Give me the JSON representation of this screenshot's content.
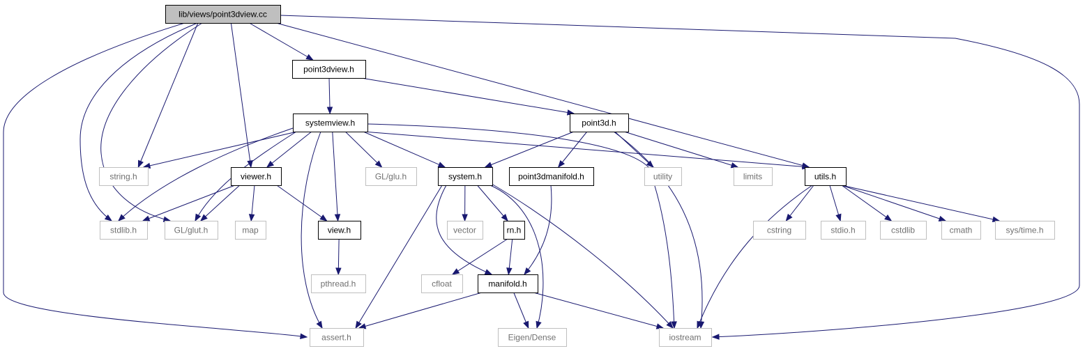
{
  "graph": {
    "colors": {
      "edge": "#191970",
      "root_fill": "#bfbfbf",
      "external_border": "#bfbfbf"
    },
    "nodes": [
      {
        "id": "root",
        "label": "lib/views/point3dview.cc",
        "kind": "root"
      },
      {
        "id": "point3dview_h",
        "label": "point3dview.h",
        "kind": "local"
      },
      {
        "id": "systemview_h",
        "label": "systemview.h",
        "kind": "local"
      },
      {
        "id": "point3d_h",
        "label": "point3d.h",
        "kind": "local"
      },
      {
        "id": "string_h",
        "label": "string.h",
        "kind": "external"
      },
      {
        "id": "viewer_h",
        "label": "viewer.h",
        "kind": "local"
      },
      {
        "id": "gl_glu_h",
        "label": "GL/glu.h",
        "kind": "external"
      },
      {
        "id": "system_h",
        "label": "system.h",
        "kind": "local"
      },
      {
        "id": "point3dmanifold_h",
        "label": "point3dmanifold.h",
        "kind": "local"
      },
      {
        "id": "utility",
        "label": "utility",
        "kind": "external"
      },
      {
        "id": "limits",
        "label": "limits",
        "kind": "external"
      },
      {
        "id": "utils_h",
        "label": "utils.h",
        "kind": "local"
      },
      {
        "id": "stdlib_h",
        "label": "stdlib.h",
        "kind": "external"
      },
      {
        "id": "gl_glut_h",
        "label": "GL/glut.h",
        "kind": "external"
      },
      {
        "id": "map",
        "label": "map",
        "kind": "external"
      },
      {
        "id": "view_h",
        "label": "view.h",
        "kind": "local"
      },
      {
        "id": "vector",
        "label": "vector",
        "kind": "external"
      },
      {
        "id": "rn_h",
        "label": "rn.h",
        "kind": "local"
      },
      {
        "id": "cstring",
        "label": "cstring",
        "kind": "external"
      },
      {
        "id": "stdio_h",
        "label": "stdio.h",
        "kind": "external"
      },
      {
        "id": "cstdlib",
        "label": "cstdlib",
        "kind": "external"
      },
      {
        "id": "cmath",
        "label": "cmath",
        "kind": "external"
      },
      {
        "id": "sys_time_h",
        "label": "sys/time.h",
        "kind": "external"
      },
      {
        "id": "pthread_h",
        "label": "pthread.h",
        "kind": "external"
      },
      {
        "id": "cfloat",
        "label": "cfloat",
        "kind": "external"
      },
      {
        "id": "manifold_h",
        "label": "manifold.h",
        "kind": "local"
      },
      {
        "id": "assert_h",
        "label": "assert.h",
        "kind": "external"
      },
      {
        "id": "eigen_dense",
        "label": "Eigen/Dense",
        "kind": "external"
      },
      {
        "id": "iostream",
        "label": "iostream",
        "kind": "external"
      }
    ],
    "edges": [
      [
        "root",
        "point3dview_h"
      ],
      [
        "root",
        "viewer_h"
      ],
      [
        "root",
        "string_h"
      ],
      [
        "root",
        "stdlib_h"
      ],
      [
        "root",
        "gl_glut_h"
      ],
      [
        "root",
        "assert_h"
      ],
      [
        "root",
        "iostream"
      ],
      [
        "root",
        "utils_h"
      ],
      [
        "point3dview_h",
        "systemview_h"
      ],
      [
        "point3dview_h",
        "point3d_h"
      ],
      [
        "systemview_h",
        "string_h"
      ],
      [
        "systemview_h",
        "viewer_h"
      ],
      [
        "systemview_h",
        "stdlib_h"
      ],
      [
        "systemview_h",
        "gl_glut_h"
      ],
      [
        "systemview_h",
        "view_h"
      ],
      [
        "systemview_h",
        "gl_glu_h"
      ],
      [
        "systemview_h",
        "system_h"
      ],
      [
        "systemview_h",
        "assert_h"
      ],
      [
        "systemview_h",
        "iostream"
      ],
      [
        "systemview_h",
        "utils_h"
      ],
      [
        "point3d_h",
        "system_h"
      ],
      [
        "point3d_h",
        "point3dmanifold_h"
      ],
      [
        "point3d_h",
        "utility"
      ],
      [
        "point3d_h",
        "limits"
      ],
      [
        "point3d_h",
        "iostream"
      ],
      [
        "viewer_h",
        "stdlib_h"
      ],
      [
        "viewer_h",
        "gl_glut_h"
      ],
      [
        "viewer_h",
        "map"
      ],
      [
        "viewer_h",
        "view_h"
      ],
      [
        "view_h",
        "pthread_h"
      ],
      [
        "system_h",
        "vector"
      ],
      [
        "system_h",
        "rn_h"
      ],
      [
        "system_h",
        "manifold_h"
      ],
      [
        "system_h",
        "assert_h"
      ],
      [
        "system_h",
        "eigen_dense"
      ],
      [
        "system_h",
        "iostream"
      ],
      [
        "point3dmanifold_h",
        "manifold_h"
      ],
      [
        "rn_h",
        "cfloat"
      ],
      [
        "rn_h",
        "manifold_h"
      ],
      [
        "manifold_h",
        "assert_h"
      ],
      [
        "manifold_h",
        "eigen_dense"
      ],
      [
        "manifold_h",
        "iostream"
      ],
      [
        "utils_h",
        "iostream"
      ],
      [
        "utils_h",
        "cstring"
      ],
      [
        "utils_h",
        "stdio_h"
      ],
      [
        "utils_h",
        "cstdlib"
      ],
      [
        "utils_h",
        "cmath"
      ],
      [
        "utils_h",
        "sys_time_h"
      ]
    ]
  }
}
